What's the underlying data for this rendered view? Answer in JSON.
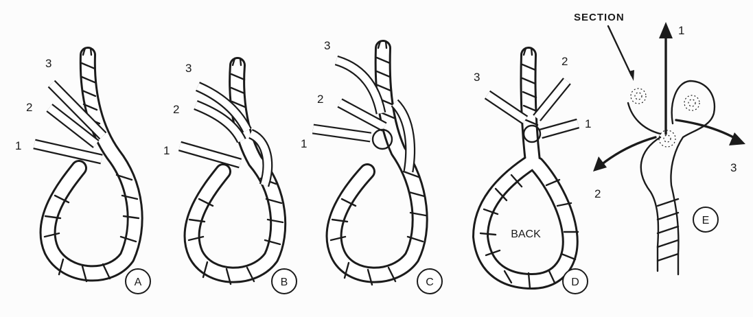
{
  "panels": [
    {
      "id": "A",
      "caption": "A",
      "strand_labels": [
        "1",
        "2",
        "3"
      ]
    },
    {
      "id": "B",
      "caption": "B",
      "strand_labels": [
        "1",
        "2",
        "3"
      ]
    },
    {
      "id": "C",
      "caption": "C",
      "strand_labels": [
        "1",
        "2",
        "3"
      ]
    },
    {
      "id": "D",
      "caption": "D",
      "strand_labels": [
        "1",
        "2",
        "3"
      ],
      "note": "BACK"
    },
    {
      "id": "E",
      "caption": "E",
      "strand_labels": [
        "1",
        "2",
        "3"
      ],
      "note": "SECTION"
    }
  ],
  "colors": {
    "ink": "#1b1b1b",
    "paper": "#fcfcfc"
  }
}
